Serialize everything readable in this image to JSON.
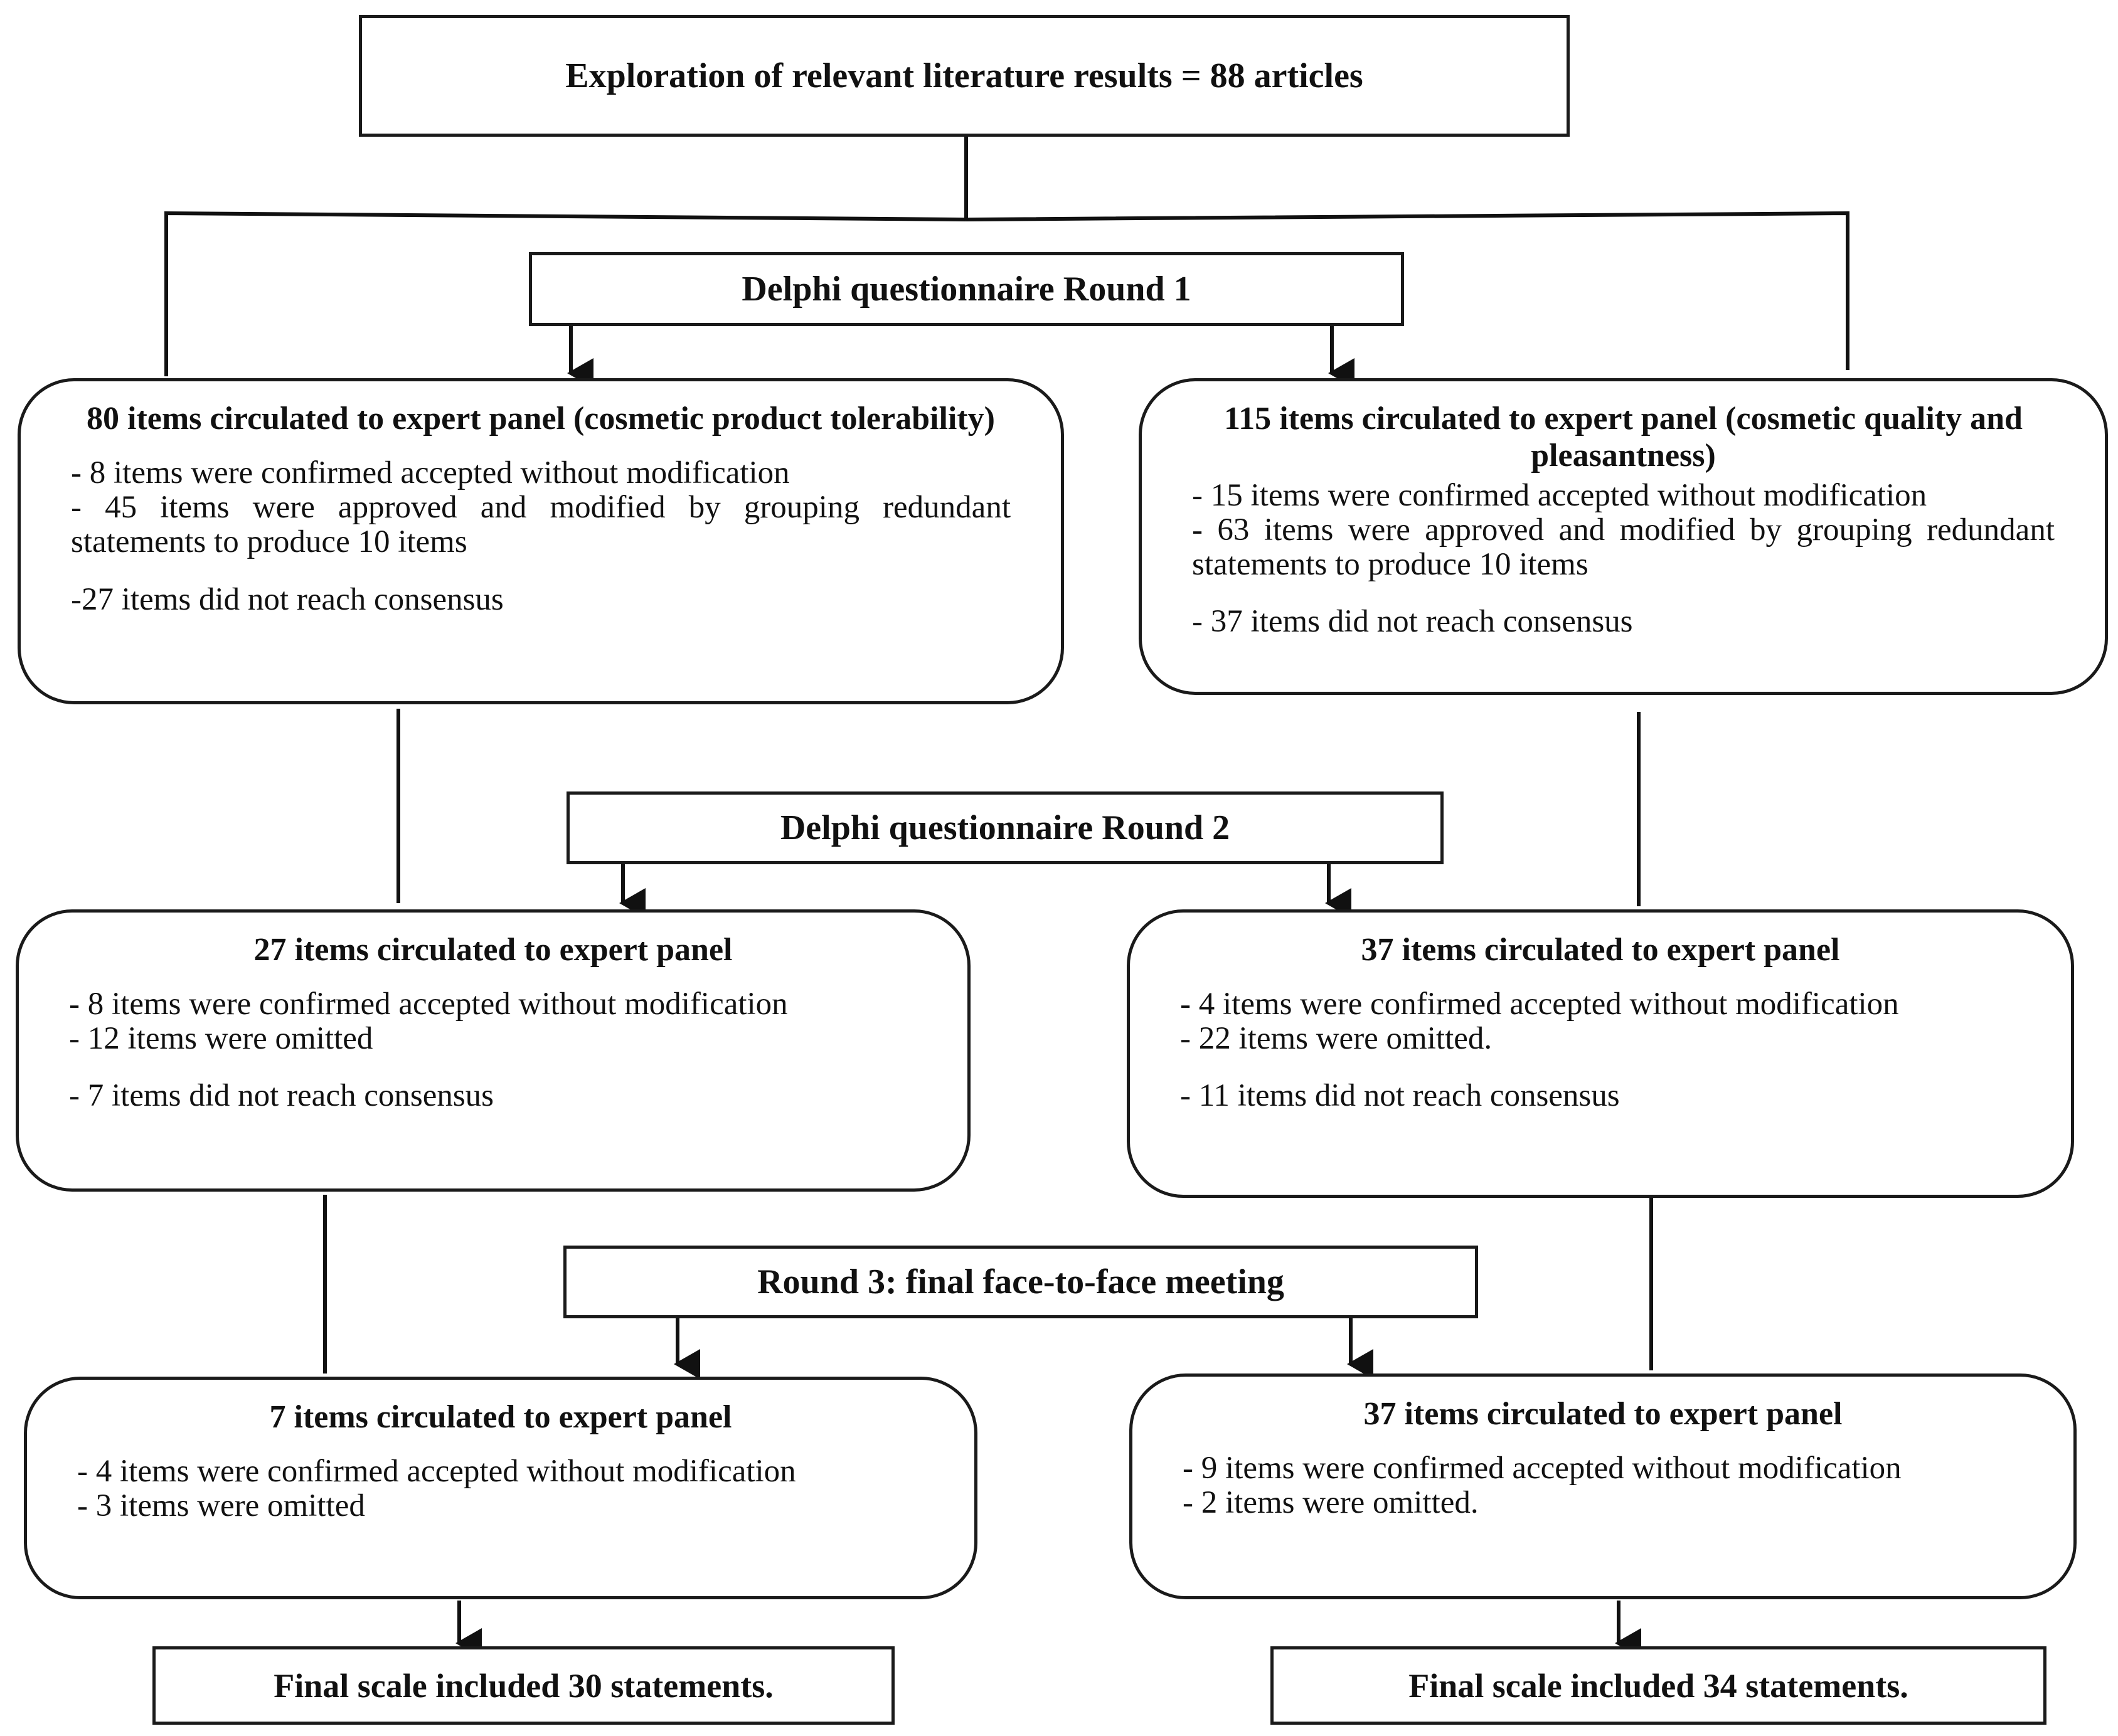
{
  "top": {
    "label": "Exploration of relevant literature results = 88 articles"
  },
  "rounds": [
    {
      "label": "Delphi questionnaire Round 1"
    },
    {
      "label": "Delphi questionnaire Round 2"
    },
    {
      "label": "Round 3: final face-to-face meeting"
    }
  ],
  "left": {
    "r1": {
      "title": "80 items circulated to expert panel (cosmetic product tolerability)",
      "lines": [
        "- 8 items were confirmed accepted without modification",
        "- 45 items were approved and modified by grouping redundant statements to produce 10 items",
        "-27 items did not reach consensus"
      ]
    },
    "r2": {
      "title": "27 items circulated to expert panel",
      "lines": [
        "- 8 items were confirmed accepted without modification",
        "- 12 items were omitted",
        "- 7 items did not reach consensus"
      ]
    },
    "r3": {
      "title": "7 items circulated to expert panel",
      "lines": [
        "- 4 items were confirmed accepted without modification",
        "- 3 items were omitted"
      ]
    },
    "final": "Final scale included 30 statements."
  },
  "right": {
    "r1": {
      "title": "115 items circulated to expert panel (cosmetic quality and pleasantness)",
      "lines": [
        "- 15 items were confirmed accepted without modification",
        "- 63 items were approved and modified by grouping redundant statements to produce 10 items",
        "- 37 items did not reach consensus"
      ]
    },
    "r2": {
      "title": "37 items circulated to expert panel",
      "lines": [
        "- 4 items were confirmed accepted without modification",
        "- 22 items were omitted.",
        "- 11 items did not reach consensus"
      ]
    },
    "r3": {
      "title": "37 items circulated to expert panel",
      "lines": [
        "- 9 items were confirmed accepted without modification",
        "- 2 items were omitted."
      ]
    },
    "final": "Final scale included 34 statements."
  }
}
